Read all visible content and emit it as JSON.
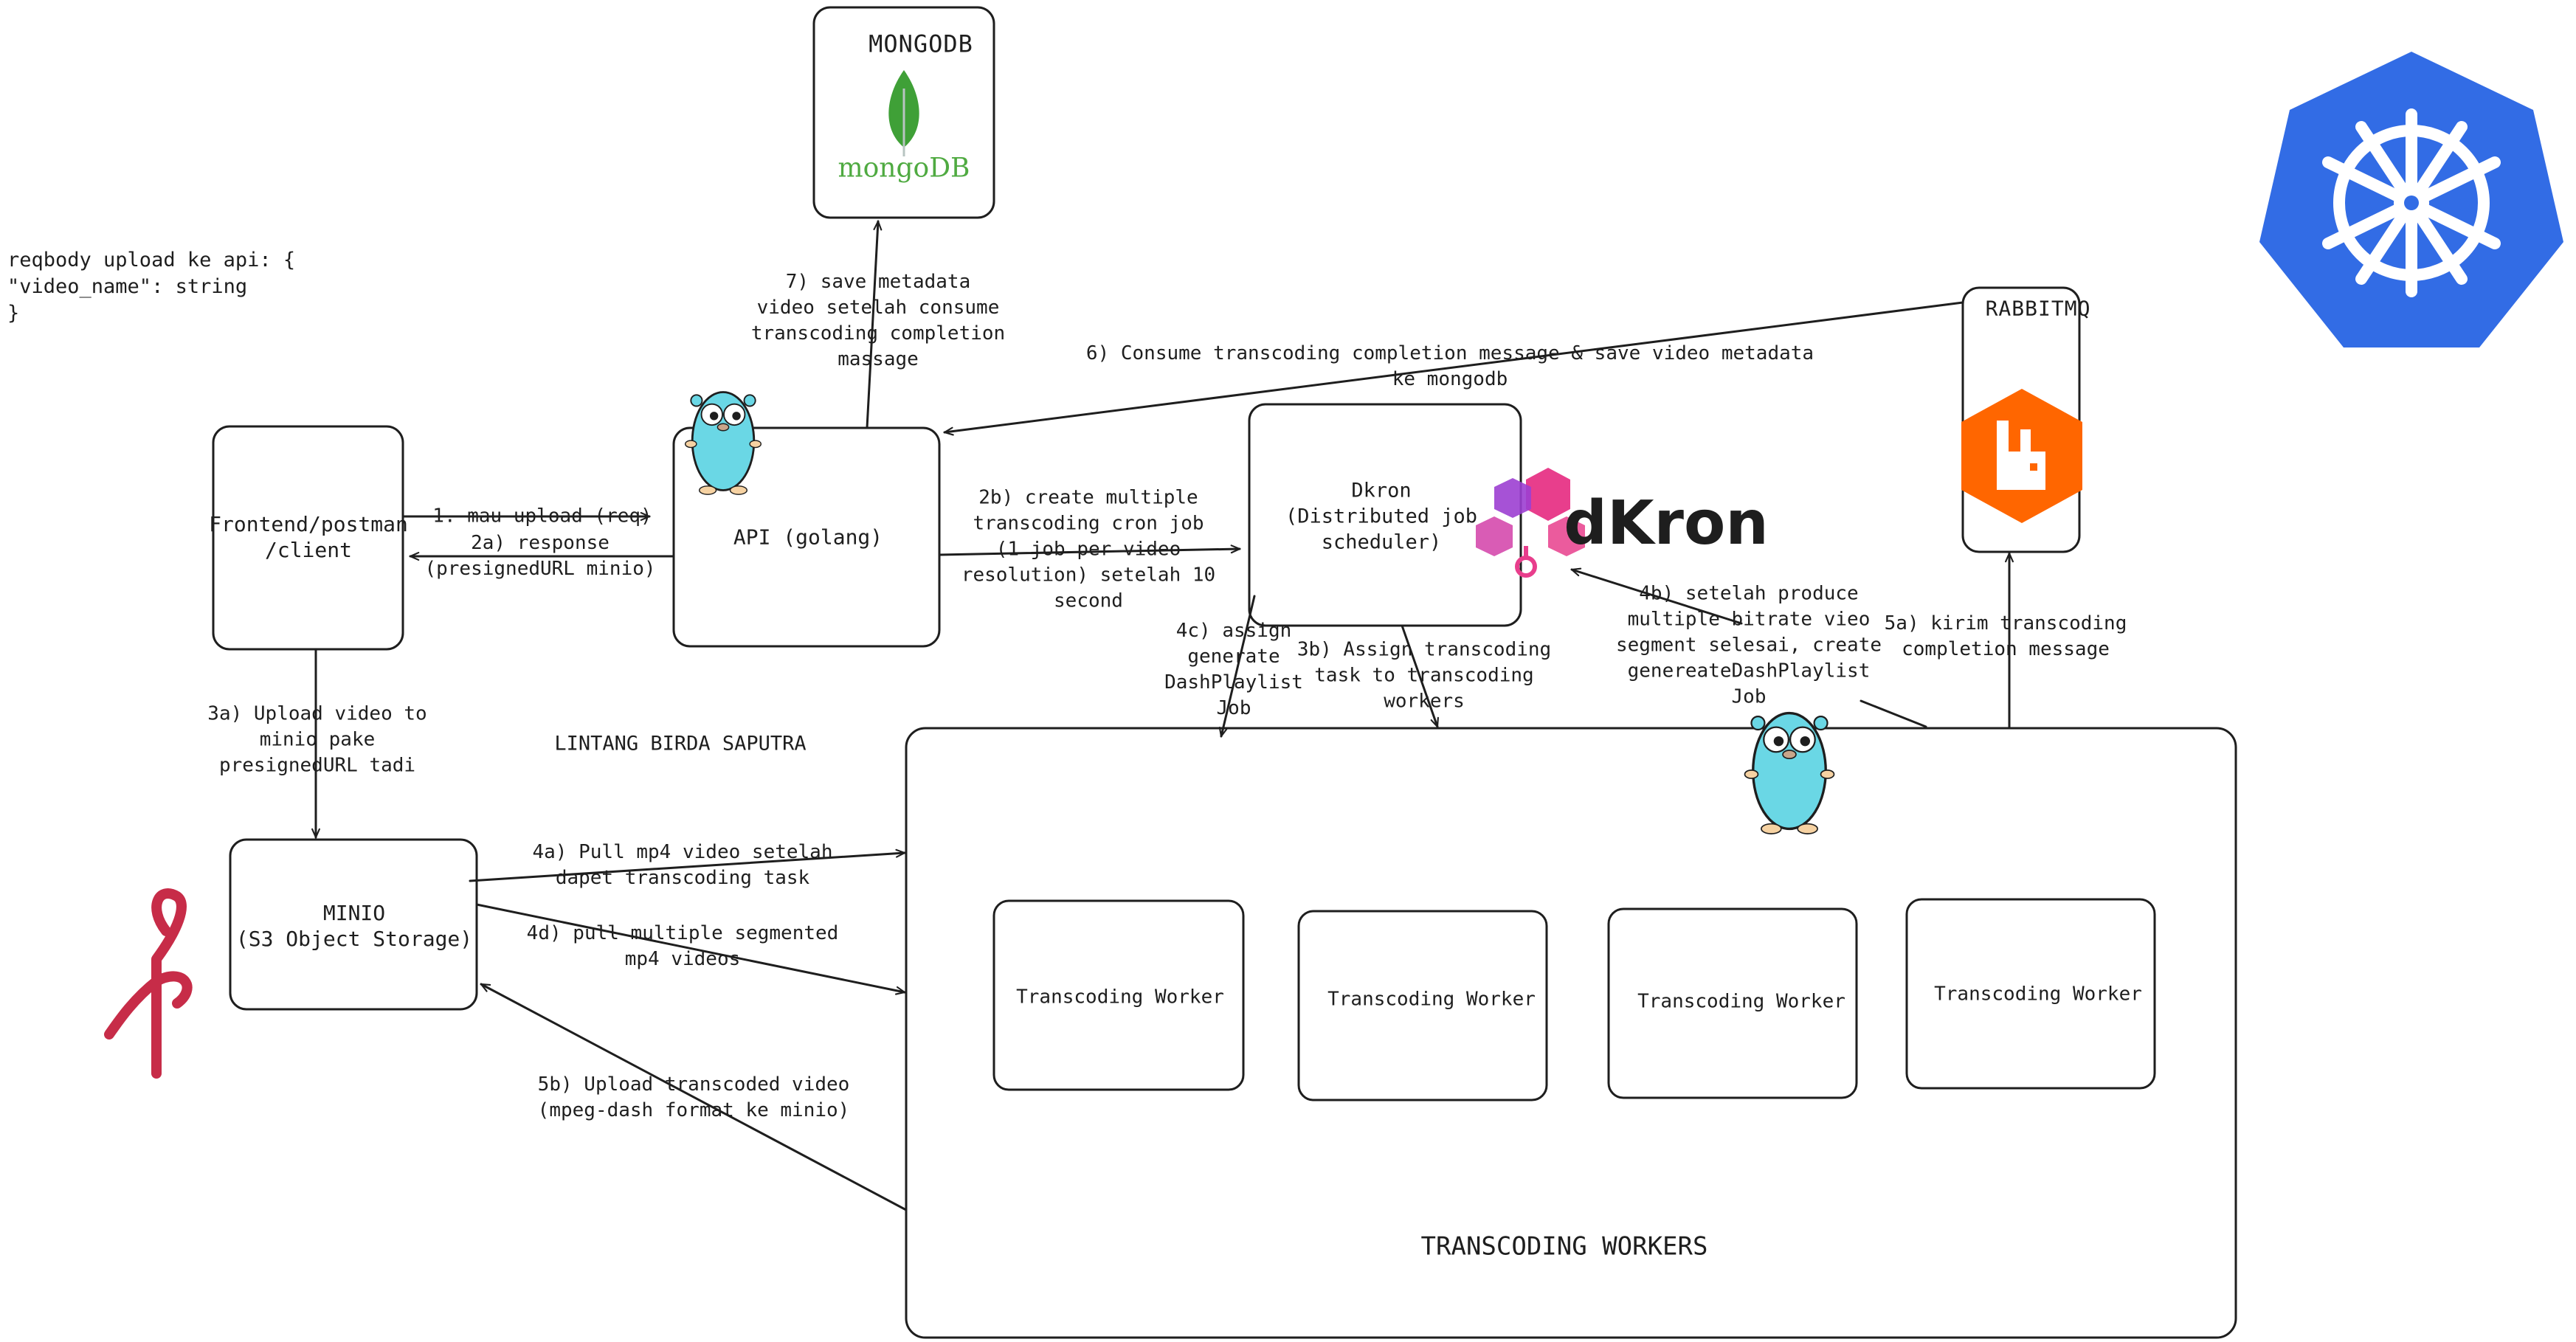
{
  "request_note": "reqbody upload ke api: {\n      \"video_name\": string\n}",
  "author": "LINTANG BIRDA SAPUTRA",
  "nodes": {
    "mongodb_title": "MONGODB",
    "mongodb_logo_text": "mongoDB",
    "rabbitmq_title": "RABBITMQ",
    "frontend": "Frontend/postman\n/client",
    "api": "API (golang)",
    "dkron": "Dkron\n(Distributed job\nscheduler)",
    "dkron_logo_text": "dKron",
    "minio": "MINIO\n(S3 Object Storage)",
    "workers_group": "TRANSCODING WORKERS",
    "workers": [
      "Transcoding Worker",
      "Transcoding Worker",
      "Transcoding Worker",
      "Transcoding Worker"
    ]
  },
  "edges": {
    "e1": "1. mau upload (req)",
    "e2a": "2a) response\n(presignedURL minio)",
    "e2b": "2b) create multiple\ntranscoding cron job\n(1 job per video\nresolution) setelah 10\nsecond",
    "e3a": "3a)  Upload video to\nminio pake\npresignedURL tadi",
    "e3b": "3b) Assign transcoding\ntask to transcoding\nworkers",
    "e4a": "4a) Pull mp4 video setelah\ndapet transcoding task",
    "e4b": "4b) setelah produce\nmultiple bitrate vieo\nsegment selesai, create\ngenereateDashPlaylist\nJob",
    "e4c": "4c) assign\ngenerate\nDashPlaylist\nJob",
    "e4d": "4d) pull multiple segmented\nmp4 videos",
    "e5a": "5a) kirim transcoding\ncompletion message",
    "e5b": "5b) Upload transcoded video\n(mpeg-dash format ke minio)",
    "e6": "6) Consume transcoding completion message & save video metadata\nke mongodb",
    "e7": "7) save metadata\nvideo setelah consume\ntranscoding completion\nmassage"
  },
  "colors": {
    "stroke": "#1e1e1e",
    "mongo_green": "#4faa41",
    "mongo_leaf": "#3fa037",
    "gopher_blue": "#6ad7e5",
    "rabbit_orange": "#ff6600",
    "dkron_pink": "#e83e8c",
    "dkron_purple": "#9c3fd1",
    "k8s_blue": "#326ce5",
    "minio_red": "#c72c48"
  },
  "icons": [
    "mongodb-leaf-icon",
    "rabbitmq-icon",
    "dkron-icon",
    "kubernetes-icon",
    "minio-icon",
    "gopher-icon"
  ]
}
